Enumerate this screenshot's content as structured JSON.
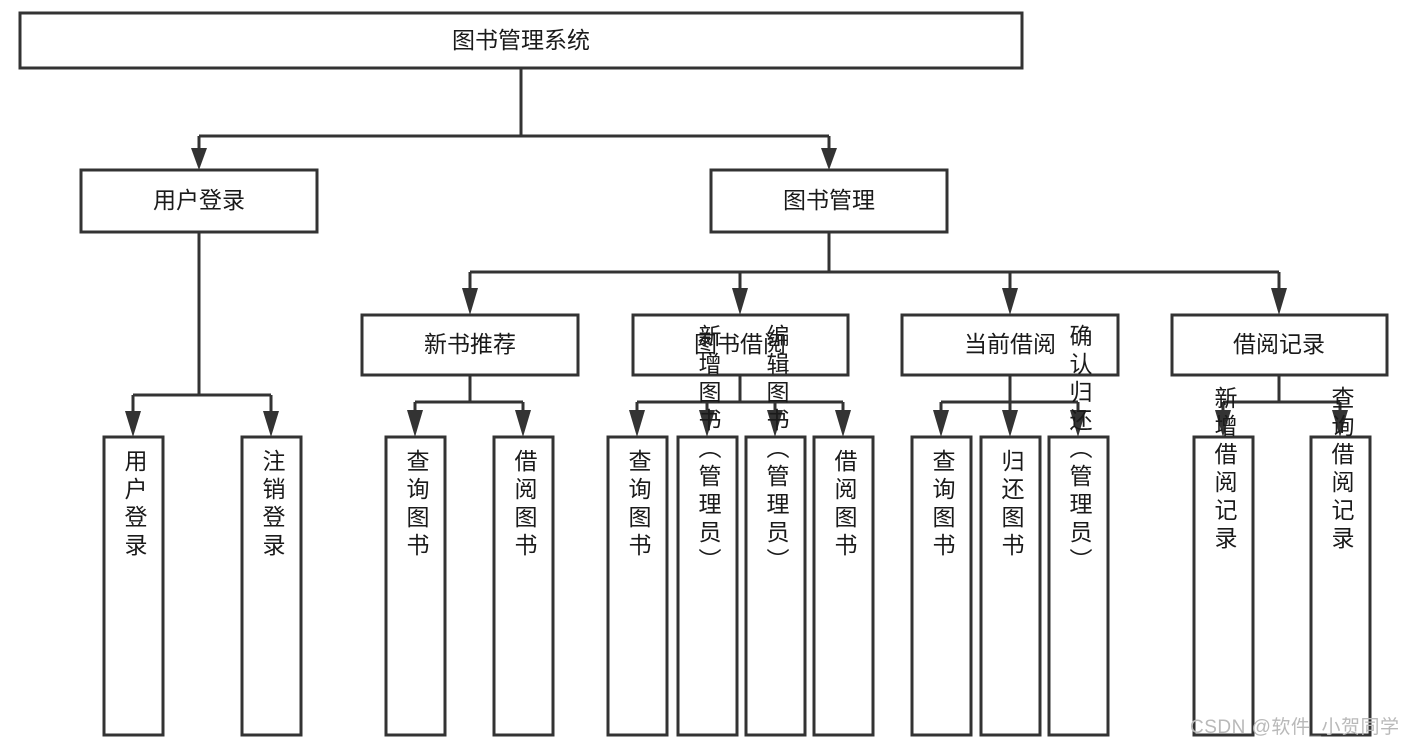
{
  "diagram": {
    "title": "图书管理系统",
    "type": "tree-hierarchy-diagram",
    "colors": {
      "box_stroke": "#333333",
      "box_fill": "#ffffff",
      "text": "#1a1a1a",
      "watermark": "#b9b9b9",
      "background": "#ffffff"
    },
    "levels": {
      "root": {
        "label": "图书管理系统"
      },
      "level2": [
        {
          "id": "user-login",
          "label": "用户登录"
        },
        {
          "id": "book-management",
          "label": "图书管理"
        }
      ],
      "level3": [
        {
          "id": "new-book-recommend",
          "label": "新书推荐",
          "parent": "book-management"
        },
        {
          "id": "book-borrow",
          "label": "图书借阅",
          "parent": "book-management"
        },
        {
          "id": "current-borrow",
          "label": "当前借阅",
          "parent": "book-management"
        },
        {
          "id": "borrow-record",
          "label": "借阅记录",
          "parent": "book-management"
        }
      ],
      "leaves": [
        {
          "id": "leaf-user-login",
          "label": "用户登录",
          "parent": "user-login"
        },
        {
          "id": "leaf-logout",
          "label": "注销登录",
          "parent": "user-login"
        },
        {
          "id": "leaf-query-book-1",
          "label": "查询图书",
          "parent": "new-book-recommend"
        },
        {
          "id": "leaf-borrow-book-1",
          "label": "借阅图书",
          "parent": "new-book-recommend"
        },
        {
          "id": "leaf-query-book-2",
          "label": "查询图书",
          "parent": "book-borrow"
        },
        {
          "id": "leaf-add-book",
          "label": "新增图书（管理员）",
          "parent": "book-borrow"
        },
        {
          "id": "leaf-edit-book",
          "label": "编辑图书（管理员）",
          "parent": "book-borrow"
        },
        {
          "id": "leaf-borrow-book-2",
          "label": "借阅图书",
          "parent": "book-borrow"
        },
        {
          "id": "leaf-query-book-3",
          "label": "查询图书",
          "parent": "current-borrow"
        },
        {
          "id": "leaf-return-book",
          "label": "归还图书",
          "parent": "current-borrow"
        },
        {
          "id": "leaf-confirm-return",
          "label": "确认归还（管理员）",
          "parent": "current-borrow"
        },
        {
          "id": "leaf-add-record",
          "label": "新增借阅记录",
          "parent": "borrow-record"
        },
        {
          "id": "leaf-query-record",
          "label": "查询借阅记录",
          "parent": "borrow-record"
        }
      ]
    }
  },
  "watermark": {
    "text": "CSDN @软件_小贺同学"
  }
}
